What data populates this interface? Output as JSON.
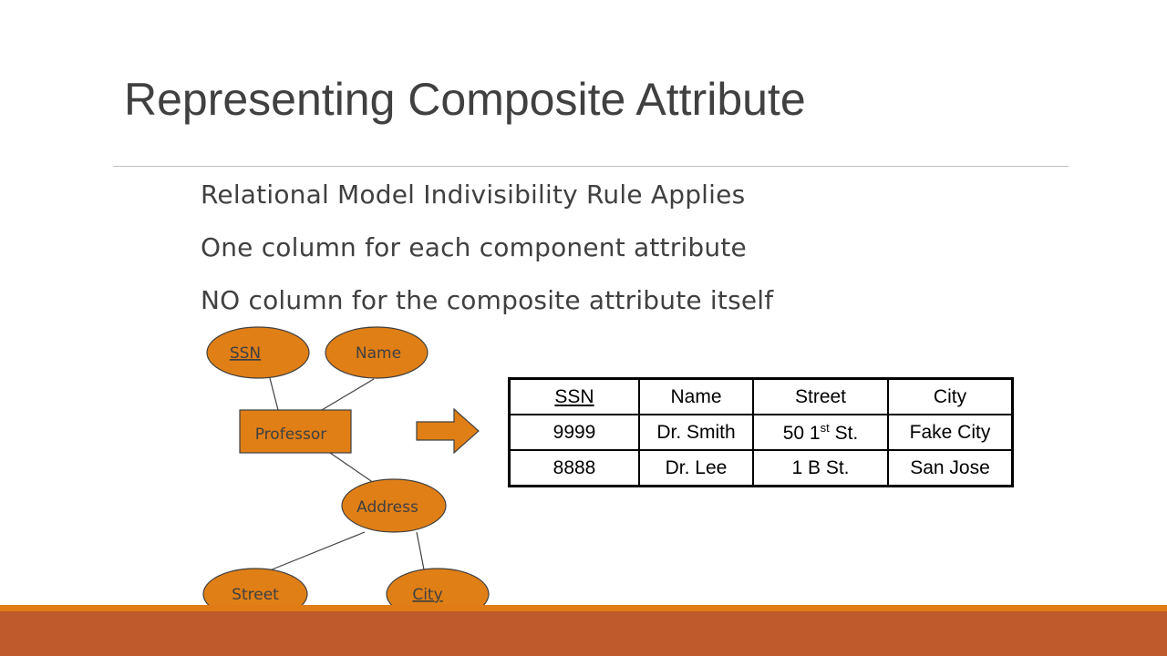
{
  "slide": {
    "title": "Representing Composite Attribute",
    "bullets": [
      "Relational Model Indivisibility Rule Applies",
      "One column for each component attribute",
      "NO column for the composite attribute itself"
    ]
  },
  "er_diagram": {
    "entity": "Professor",
    "attributes": {
      "ssn": "SSN",
      "name": "Name",
      "address": "Address",
      "street": "Street",
      "city": "City"
    },
    "fill_color": "#e07f16",
    "arrow_color": "#e07f16"
  },
  "table": {
    "headers": [
      "SSN",
      "Name",
      "Street",
      "City"
    ],
    "rows": [
      {
        "ssn": "9999",
        "name": "Dr. Smith",
        "street_num": "50 1",
        "street_sup": "st",
        "street_rest": " St.",
        "city": "Fake City"
      },
      {
        "ssn": "8888",
        "name": "Dr. Lee",
        "street": "1 B St.",
        "city": "San Jose"
      }
    ]
  },
  "colors": {
    "title": "#404040",
    "accent_line": "#e07b16",
    "footer": "#be5a2b"
  }
}
